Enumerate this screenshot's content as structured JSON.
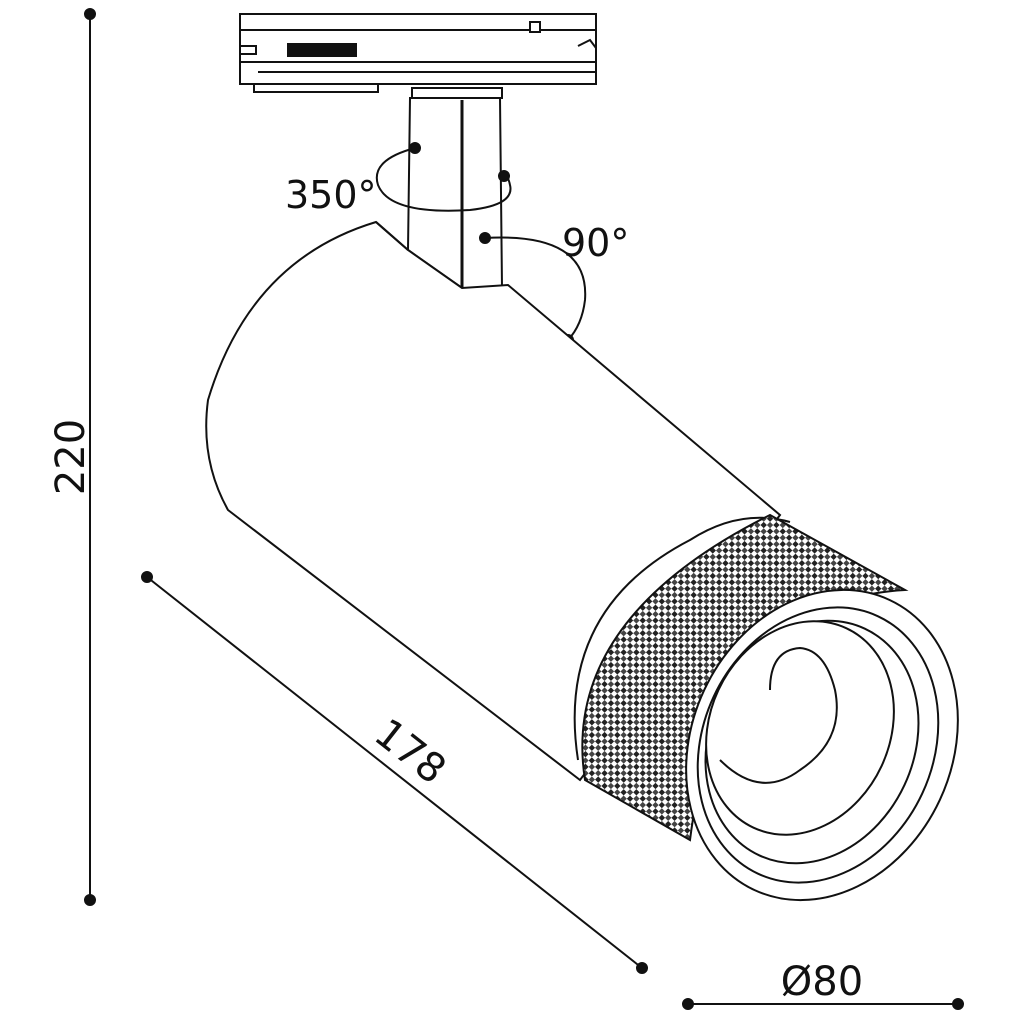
{
  "diagram": {
    "dimensions": {
      "height": "220",
      "length": "178",
      "diameter": "Ø80"
    },
    "rotations": {
      "horizontal": "350°",
      "vertical": "90°"
    },
    "colors": {
      "line": "#111111",
      "background": "#ffffff"
    }
  }
}
